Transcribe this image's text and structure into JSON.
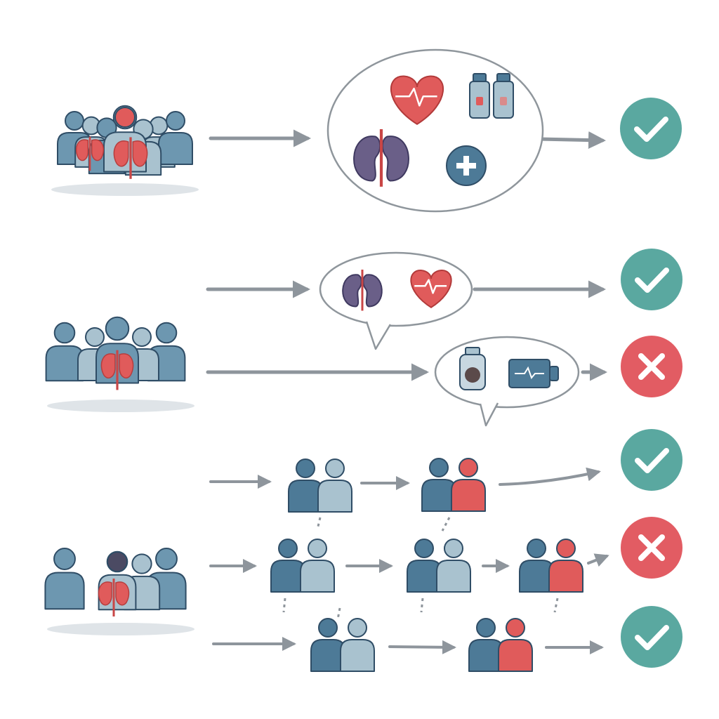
{
  "colors": {
    "background": "#ffffff",
    "person_fill": "#6d97b0",
    "person_light": "#a9c2cf",
    "person_dark": "#4d7a97",
    "outline": "#2f4d66",
    "organ_red": "#e05b5b",
    "kidney_purple": "#6a5f88",
    "arrow_gray": "#8e959c",
    "success_green": "#5aa8a0",
    "failure_red": "#e25c63",
    "bubble_stroke": "#8f969c",
    "ground_shadow": "#dfe4e8"
  },
  "scenarios": [
    {
      "name": "whole-group-organs-assessment",
      "group_icon": "crowd-with-organs",
      "bubble_icons": [
        "heart-pulse-icon",
        "medicine-vials-icon",
        "kidneys-icon",
        "medical-cross-icon"
      ],
      "outcomes": [
        "success"
      ]
    },
    {
      "name": "split-assessment",
      "group_icon": "crowd-with-lungs",
      "bubble_icons": [
        "kidneys-icon",
        "heart-pulse-icon",
        "medicine-jar-icon",
        "monitor-device-icon"
      ],
      "outcomes": [
        "success",
        "failure"
      ]
    },
    {
      "name": "pairwise-matching-tree",
      "group_icon": "crowd-with-organ-donor",
      "pair_icons": [
        "pair-blue",
        "pair-blue-red",
        "pair-blue",
        "pair-blue",
        "pair-blue-red",
        "pair-blue",
        "pair-blue-red"
      ],
      "outcomes": [
        "success",
        "failure",
        "success"
      ]
    }
  ]
}
